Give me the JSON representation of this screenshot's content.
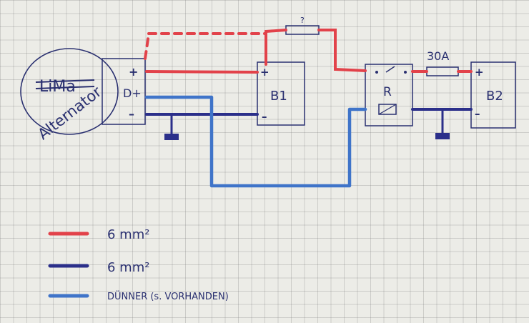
{
  "colors": {
    "red": "#e2424a",
    "navy": "#2b2f8a",
    "light_blue": "#3f74c9",
    "ink": "#2a3070"
  },
  "alternator": {
    "label": "Alternator",
    "crossed_out": "LiMa",
    "terminal_plus": "+",
    "terminal_dplus": "D+",
    "terminal_minus": "–"
  },
  "battery1": {
    "label": "B1",
    "terminal_plus": "+",
    "terminal_minus": "–"
  },
  "battery2": {
    "label": "B2",
    "terminal_plus": "+",
    "terminal_minus": "–"
  },
  "relay": {
    "label": "R"
  },
  "fuses": {
    "fuse1_label": "?",
    "fuse2_label": "30A"
  },
  "legend": [
    {
      "color": "#e2424a",
      "label": "6 mm²"
    },
    {
      "color": "#2b2f8a",
      "label": "6 mm²"
    },
    {
      "color": "#3f74c9",
      "label": "DÜNNER  (s. VORHANDEN)"
    }
  ]
}
